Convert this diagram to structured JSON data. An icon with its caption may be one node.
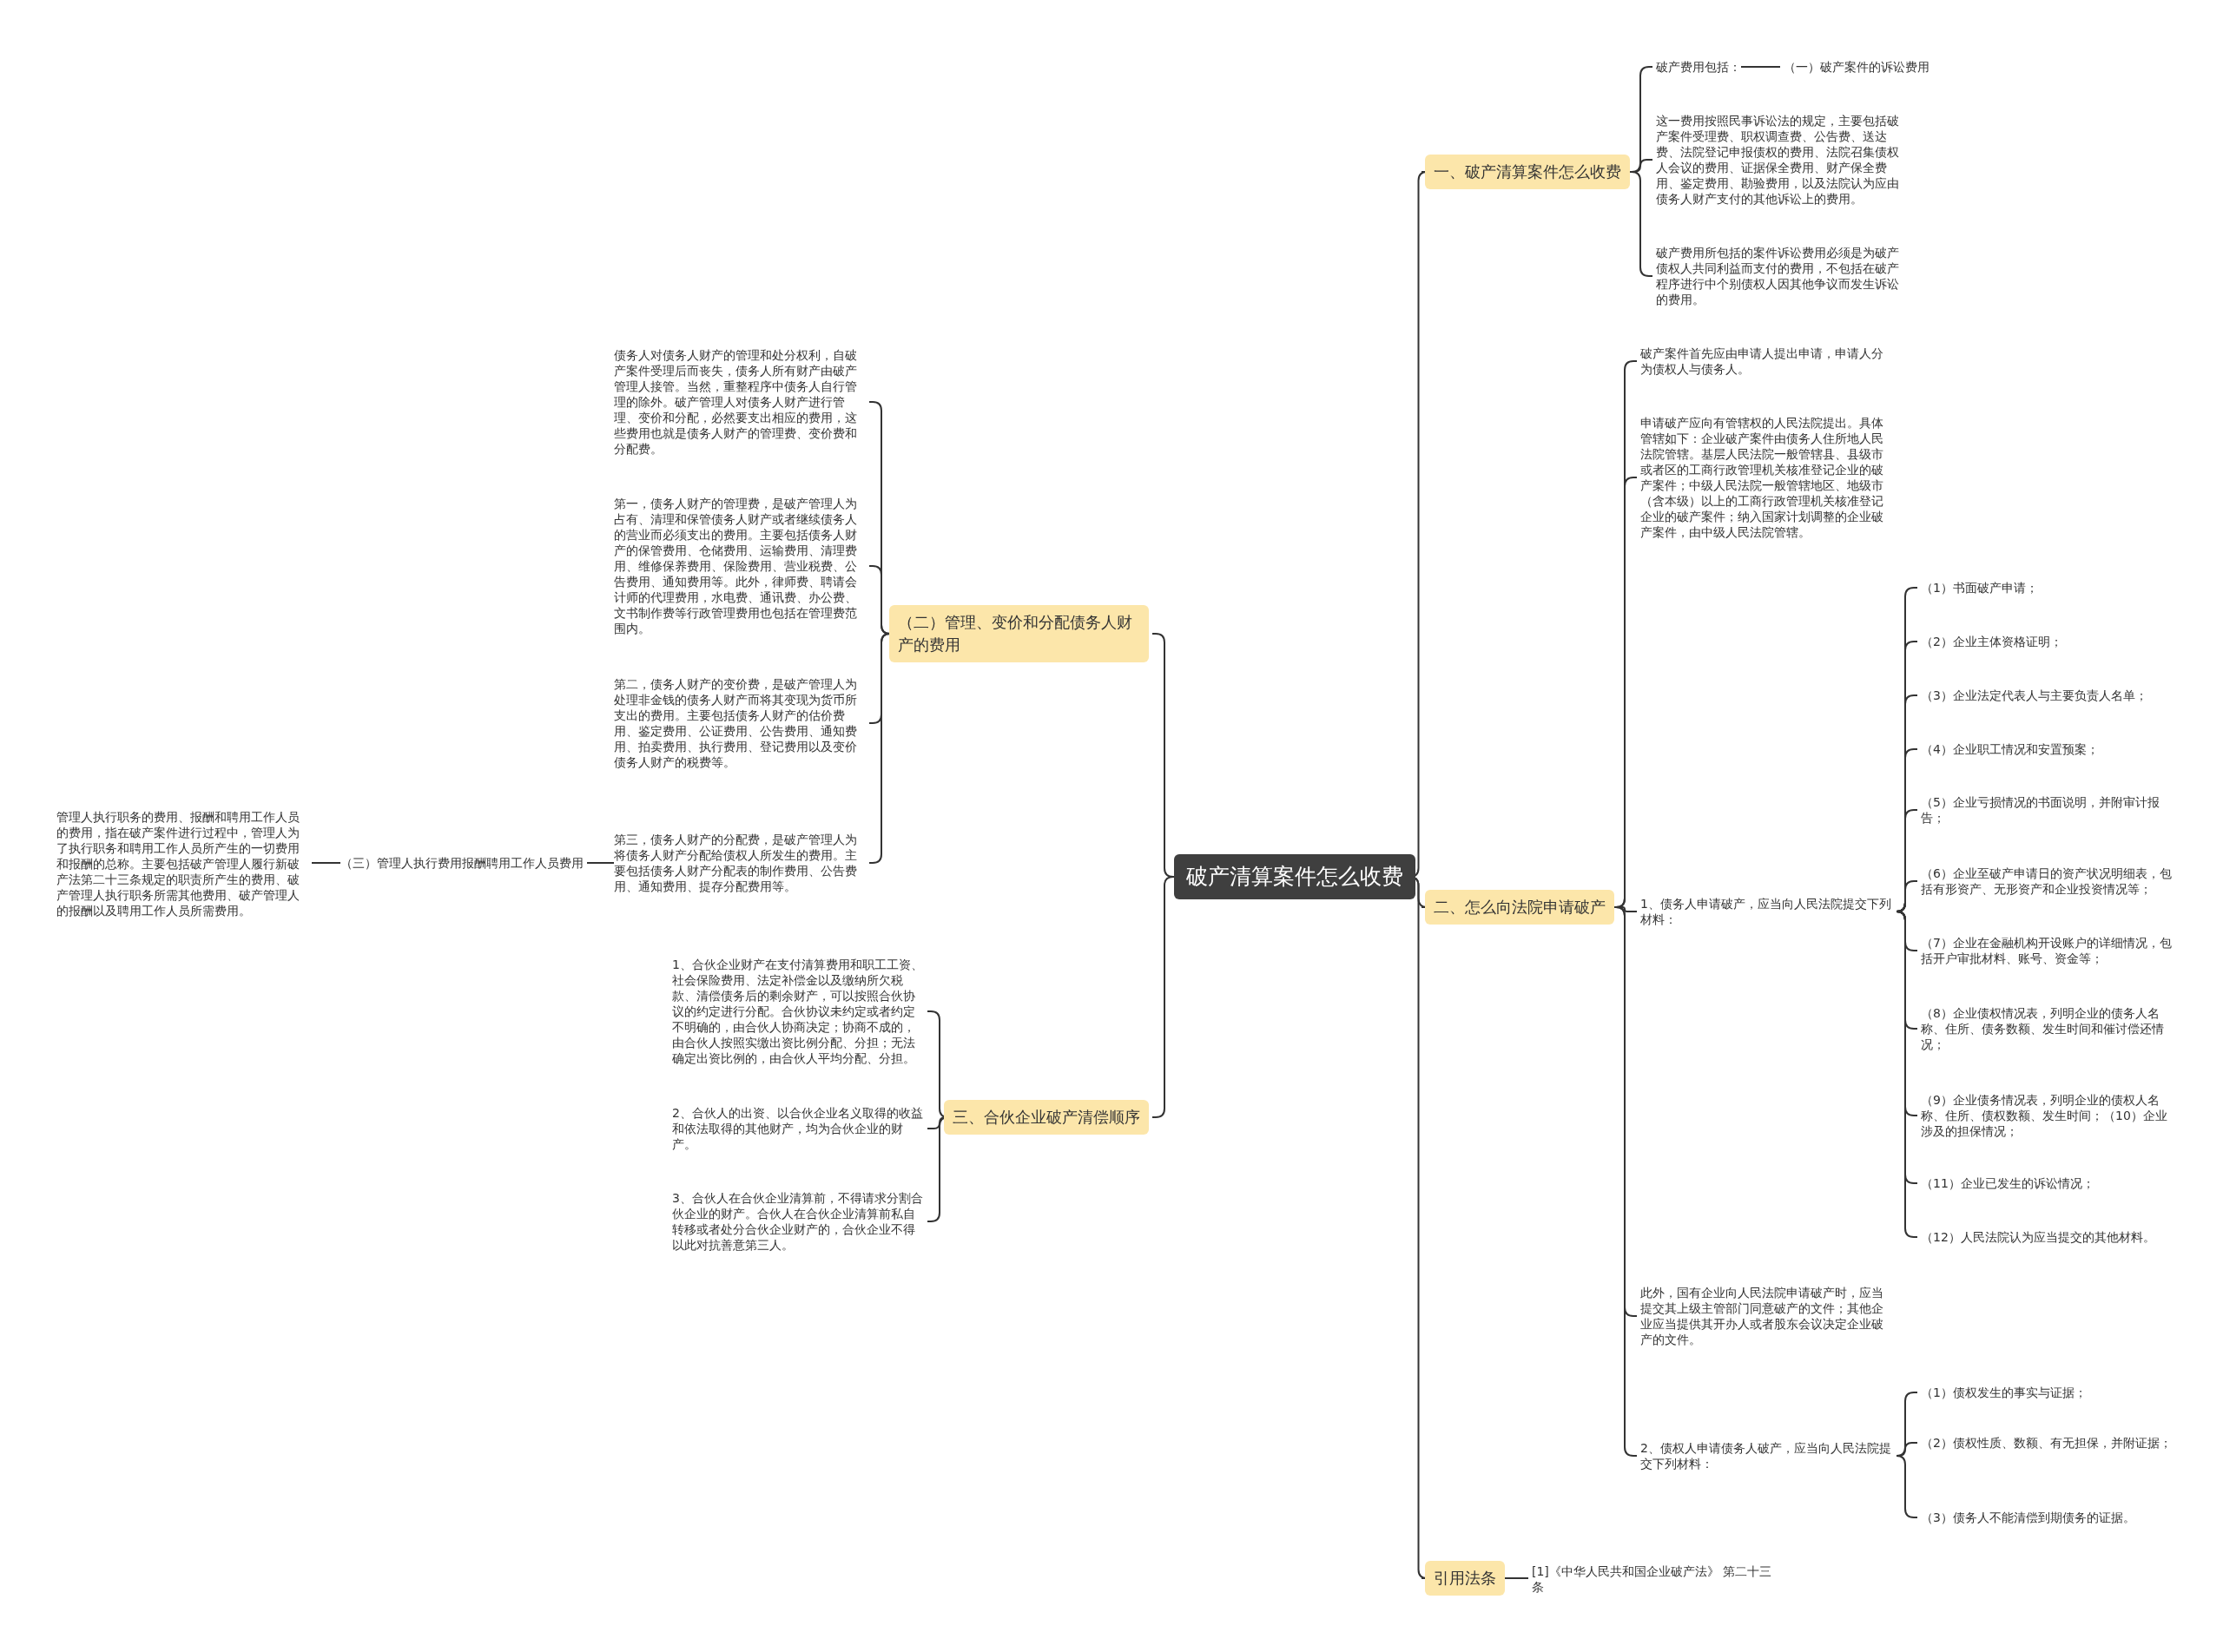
{
  "diagram": {
    "nodes": [
      {
        "text": [
          "破产清算案件怎么收费"
        ]
      },
      {
        "text": [
          "一、破产清算案件怎么收费"
        ]
      },
      {
        "text": [
          "破产费用包括："
        ]
      },
      {
        "text": [
          "（一）破产案件的诉讼费用"
        ]
      },
      {
        "text": [
          "这一费用按照民事诉讼法的规定，主要包括破产案件受理费、职权调查费、公告费、送达费、法院登记申报债权的费用、法院召集债权人会议的费用、证据保全费用、财产保全费用、鉴定费用、勘验费用，以及法院认为应由债务人财产支付的其他诉讼上的费用。"
        ]
      },
      {
        "text": [
          "破产费用所包括的案件诉讼费用必须是为破产债权人共同利益而支付的费用，不包括在破产程序进行中个别债权人因其他争议而发生诉讼的费用。"
        ]
      },
      {
        "text": [
          "二、怎么向法院申请破产"
        ]
      },
      {
        "text": [
          "破产案件首先应由申请人提出申请，申请人分为债权人与债务人。"
        ]
      },
      {
        "text": [
          "申请破产应向有管辖权的人民法院提出。具体管辖如下：企业破产案件由债务人住所地人民法院管辖。基层人民法院一般管辖县、县级市或者区的工商行政管理机关核准登记企业的破产案件；中级人民法院一般管辖地区、地级市（含本级）以上的工商行政管理机关核准登记企业的破产案件；纳入国家计划调整的企业破产案件，由中级人民法院管辖。"
        ]
      },
      {
        "text": [
          "1、债务人申请破产，应当向人民法院提交下列材料："
        ]
      },
      {
        "text": [
          "（1）书面破产申请；"
        ]
      },
      {
        "text": [
          "（2）企业主体资格证明；"
        ]
      },
      {
        "text": [
          "（3）企业法定代表人与主要负责人名单；"
        ]
      },
      {
        "text": [
          "（4）企业职工情况和安置预案；"
        ]
      },
      {
        "text": [
          "（5）企业亏损情况的书面说明，并附审计报告；"
        ]
      },
      {
        "text": [
          "（6）企业至破产申请日的资产状况明细表，包括有形资产、无形资产和企业投资情况等；"
        ]
      },
      {
        "text": [
          "（7）企业在金融机构开设账户的详细情况，包括开户审批材料、账号、资金等；"
        ]
      },
      {
        "text": [
          "（8）企业债权情况表，列明企业的债务人名称、住所、债务数额、发生时间和催讨偿还情况；"
        ]
      },
      {
        "text": [
          "（9）企业债务情况表，列明企业的债权人名称、住所、债权数额、发生时间；（10）企业涉及的担保情况；"
        ]
      },
      {
        "text": [
          "（11）企业已发生的诉讼情况；"
        ]
      },
      {
        "text": [
          "（12）人民法院认为应当提交的其他材料。"
        ]
      },
      {
        "text": [
          "此外，国有企业向人民法院申请破产时，应当提交其上级主管部门同意破产的文件；其他企业应当提供其开办人或者股东会议决定企业破产的文件。"
        ]
      },
      {
        "text": [
          "2、债权人申请债务人破产，应当向人民法院提交下列材料："
        ]
      },
      {
        "text": [
          "（1）债权发生的事实与证据；"
        ]
      },
      {
        "text": [
          "（2）债权性质、数额、有无担保，并附证据；"
        ]
      },
      {
        "text": [
          "（3）债务人不能清偿到期债务的证据。"
        ]
      },
      {
        "text": [
          "引用法条"
        ]
      },
      {
        "text": [
          "[1]《中华人民共和国企业破产法》 第二十三条"
        ]
      },
      {
        "text": [
          "（二）管理、变价和分配债务人财产的费用"
        ]
      },
      {
        "text": [
          "债务人对债务人财产的管理和处分权利，自破产案件受理后而丧失，债务人所有财产由破产管理人接管。当然，重整程序中债务人自行管理的除外。破产管理人对债务人财产进行管理、变价和分配，必然要支出相应的费用，这些费用也就是债务人财产的管理费、变价费和分配费。"
        ]
      },
      {
        "text": [
          "第一，债务人财产的管理费，是破产管理人为占有、清理和保管债务人财产或者继续债务人的营业而必须支出的费用。主要包括债务人财产的保管费用、仓储费用、运输费用、清理费用、维修保养费用、保险费用、营业税费、公告费用、通知费用等。此外，律师费、聘请会计师的代理费用，水电费、通讯费、办公费、文书制作费等行政管理费用也包括在管理费范围内。"
        ]
      },
      {
        "text": [
          "第二，债务人财产的变价费，是破产管理人为处理非金钱的债务人财产而将其变现为货币所支出的费用。主要包括债务人财产的估价费用、鉴定费用、公证费用、公告费用、通知费用、拍卖费用、执行费用、登记费用以及变价债务人财产的税费等。"
        ]
      },
      {
        "text": [
          "第三，债务人财产的分配费，是破产管理人为将债务人财产分配给债权人所发生的费用。主要包括债务人财产分配表的制作费用、公告费用、通知费用、提存分配费用等。"
        ]
      },
      {
        "text": [
          "（三）管理人执行费用报酬聘用工作人员费用"
        ]
      },
      {
        "text": [
          "管理人执行职务的费用、报酬和聘用工作人员的费用，指在破产案件进行过程中，管理人为了执行职务和聘用工作人员所产生的一切费用和报酬的总称。主要包括破产管理人履行新破产法第二十三条规定的职责所产生的费用、破产管理人执行职务所需其他费用、破产管理人的报酬以及聘用工作人员所需费用。"
        ]
      },
      {
        "text": [
          "三、合伙企业破产清偿顺序"
        ]
      },
      {
        "text": [
          "1、合伙企业财产在支付清算费用和职工工资、社会保险费用、法定补偿金以及缴纳所欠税款、清偿债务后的剩余财产，可以按照合伙协议的约定进行分配。合伙协议未约定或者约定不明确的，由合伙人协商决定；协商不成的，由合伙人按照实缴出资比例分配、分担；无法确定出资比例的，由合伙人平均分配、分担。"
        ]
      },
      {
        "text": [
          "2、合伙人的出资、以合伙企业名义取得的收益和依法取得的其他财产，均为合伙企业的财产。"
        ]
      },
      {
        "text": [
          "3、合伙人在合伙企业清算前，不得请求分割合伙企业的财产。合伙人在合伙企业清算前私自转移或者处分合伙企业财产的，合伙企业不得以此对抗善意第三人。"
        ]
      }
    ],
    "edges": [
      {
        "from": 0,
        "to": 1,
        "arrow": "none"
      },
      {
        "from": 1,
        "to": 2,
        "arrow": "none"
      },
      {
        "from": 2,
        "to": 3,
        "arrow": "none"
      },
      {
        "from": 1,
        "to": 4,
        "arrow": "none"
      },
      {
        "from": 1,
        "to": 5,
        "arrow": "none"
      },
      {
        "from": 0,
        "to": 6,
        "arrow": "none"
      },
      {
        "from": 6,
        "to": 7,
        "arrow": "none"
      },
      {
        "from": 6,
        "to": 8,
        "arrow": "none"
      },
      {
        "from": 6,
        "to": 9,
        "arrow": "none"
      },
      {
        "from": 9,
        "to": 10,
        "arrow": "none"
      },
      {
        "from": 9,
        "to": 11,
        "arrow": "none"
      },
      {
        "from": 9,
        "to": 12,
        "arrow": "none"
      },
      {
        "from": 9,
        "to": 13,
        "arrow": "none"
      },
      {
        "from": 9,
        "to": 14,
        "arrow": "none"
      },
      {
        "from": 9,
        "to": 15,
        "arrow": "none"
      },
      {
        "from": 9,
        "to": 16,
        "arrow": "none"
      },
      {
        "from": 9,
        "to": 17,
        "arrow": "none"
      },
      {
        "from": 9,
        "to": 18,
        "arrow": "none"
      },
      {
        "from": 9,
        "to": 19,
        "arrow": "none"
      },
      {
        "from": 9,
        "to": 20,
        "arrow": "none"
      },
      {
        "from": 6,
        "to": 21,
        "arrow": "none"
      },
      {
        "from": 6,
        "to": 22,
        "arrow": "none"
      },
      {
        "from": 22,
        "to": 23,
        "arrow": "none"
      },
      {
        "from": 22,
        "to": 24,
        "arrow": "none"
      },
      {
        "from": 22,
        "to": 25,
        "arrow": "none"
      },
      {
        "from": 0,
        "to": 26,
        "arrow": "none"
      },
      {
        "from": 26,
        "to": 27,
        "arrow": "none"
      },
      {
        "from": 0,
        "to": 28,
        "arrow": "none"
      },
      {
        "from": 28,
        "to": 29,
        "arrow": "none"
      },
      {
        "from": 28,
        "to": 30,
        "arrow": "none"
      },
      {
        "from": 28,
        "to": 31,
        "arrow": "none"
      },
      {
        "from": 28,
        "to": 32,
        "arrow": "none"
      },
      {
        "from": 32,
        "to": 33,
        "arrow": "none"
      },
      {
        "from": 33,
        "to": 34,
        "arrow": "none"
      },
      {
        "from": 0,
        "to": 35,
        "arrow": "none"
      },
      {
        "from": 35,
        "to": 36,
        "arrow": "none"
      },
      {
        "from": 35,
        "to": 37,
        "arrow": "none"
      },
      {
        "from": 35,
        "to": 38,
        "arrow": "none"
      }
    ]
  }
}
